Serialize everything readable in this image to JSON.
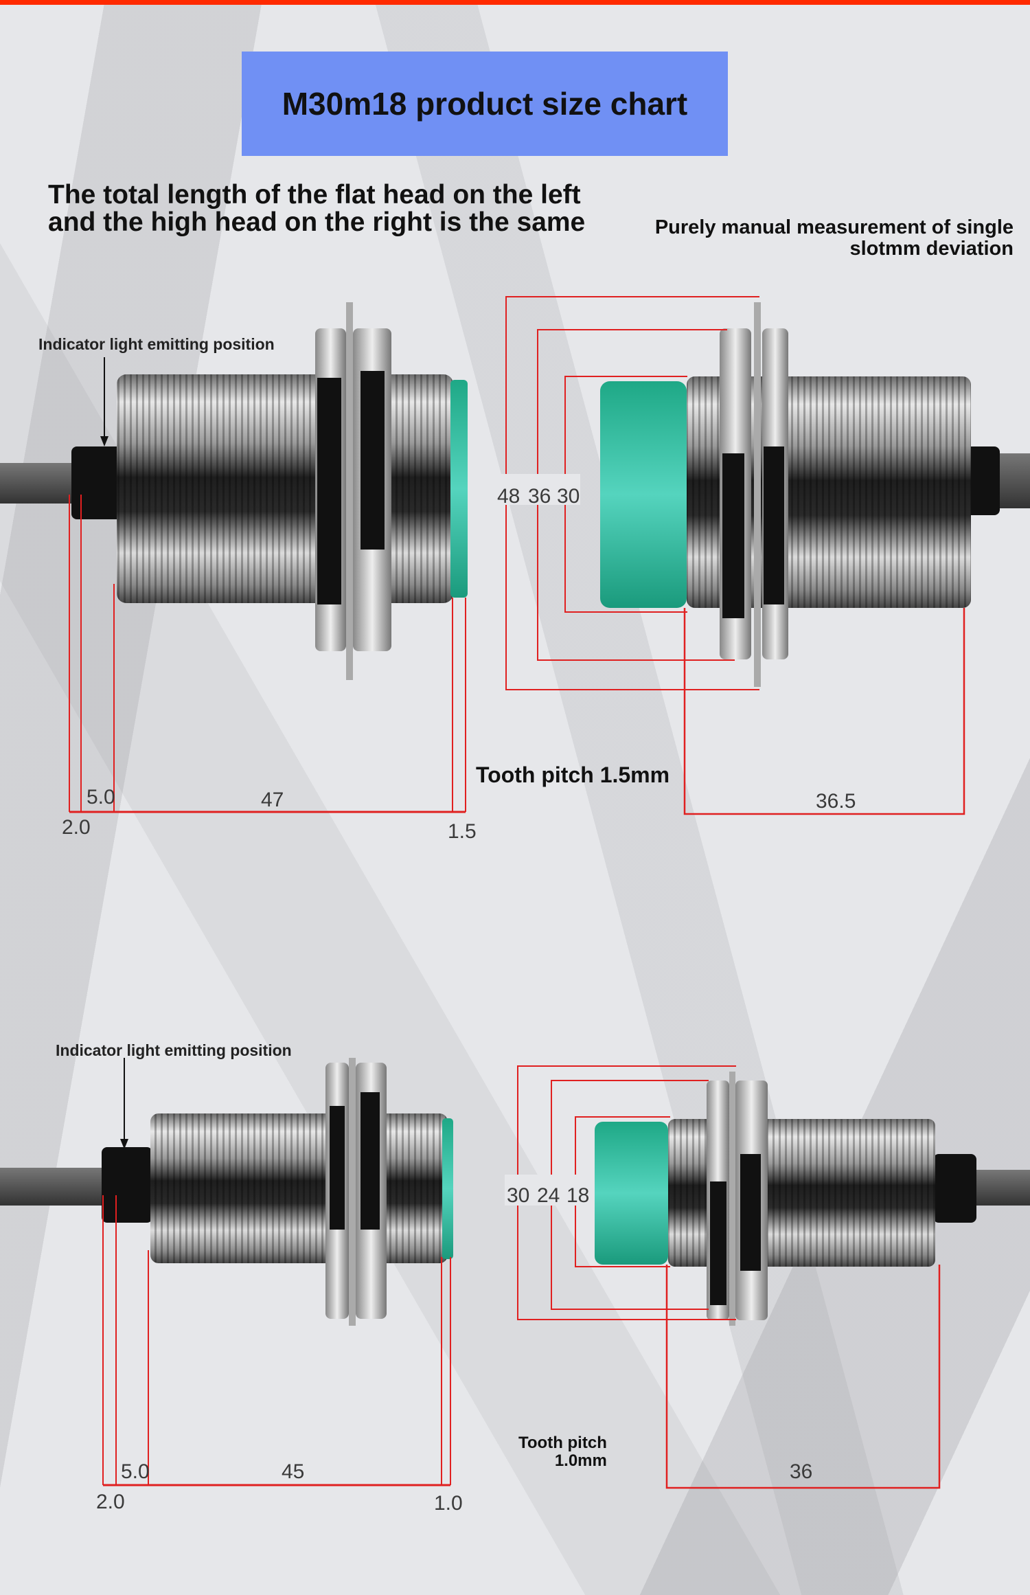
{
  "title": "M30m18 product size chart",
  "subtitle": [
    "The total length of the flat head on the left",
    "and the high head on the right is the same"
  ],
  "note": [
    "Purely manual measurement of single",
    "slotmm deviation"
  ],
  "indicator_label": "Indicator light emitting position",
  "m30": {
    "flat": {
      "d1": "2.0",
      "d2": "5.0",
      "d3": "47",
      "d4": "1.5"
    },
    "high": {
      "h48": "48",
      "h36": "36",
      "h30": "30",
      "len": "36.5"
    },
    "pitch": "Tooth pitch 1.5mm"
  },
  "m18": {
    "flat": {
      "d1": "2.0",
      "d2": "5.0",
      "d3": "45",
      "d4": "1.0"
    },
    "high": {
      "h30": "30",
      "h24": "24",
      "h18": "18",
      "len": "36"
    },
    "pitch": [
      "Tooth pitch",
      "1.0mm"
    ]
  },
  "colors": {
    "accent_bar": "#ff2a00",
    "title_bg": "#7090f4",
    "dimension_line": "#e02020",
    "sensor_cap": "#2fbf9f"
  }
}
